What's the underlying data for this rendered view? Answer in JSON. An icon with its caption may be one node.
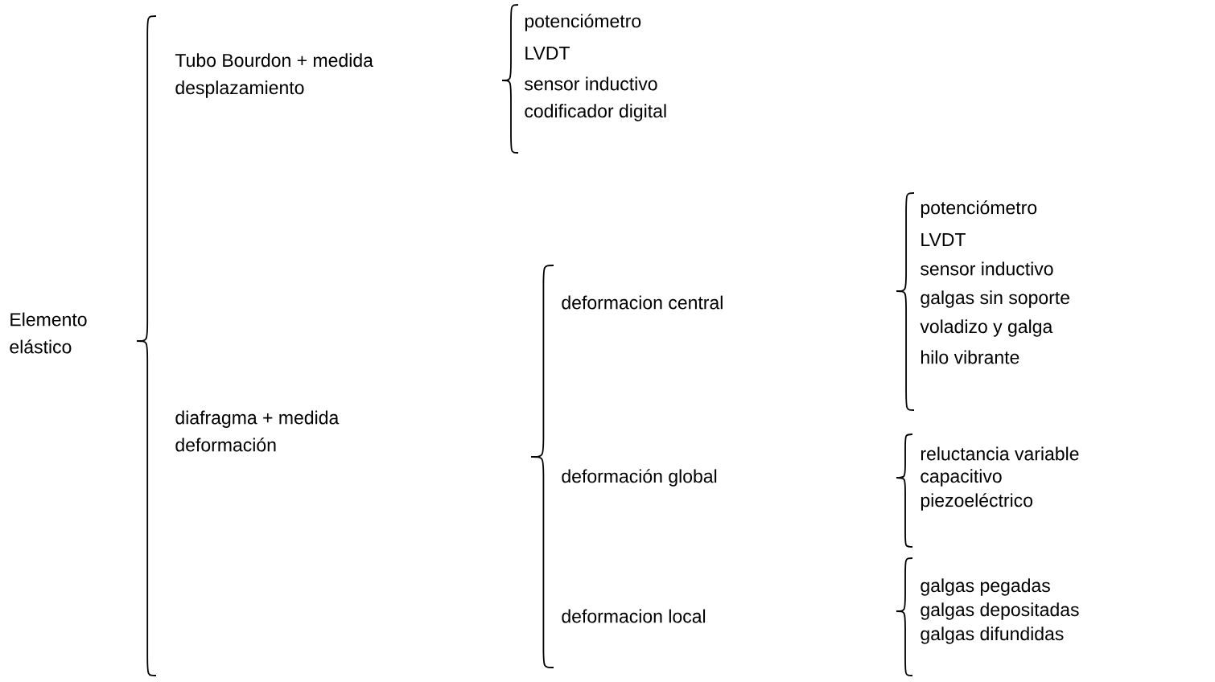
{
  "diagram": {
    "labels": [
      "Elemento elástico",
      "Tubo Bourdon + medida desplazamiento",
      "potenciómetro",
      "LVDT",
      "sensor inductivo",
      "codificador digital",
      "diafragma + medida deformación",
      "deformacion central",
      "potenciómetro",
      "LVDT",
      "sensor inductivo",
      "galgas sin soporte",
      "voladizo y galga",
      "hilo vibrante",
      "deformación global",
      "reluctancia variable",
      "capacitivo",
      "piezoeléctrico",
      "deformacion local",
      "galgas pegadas",
      "galgas depositadas",
      "galgas difundidas"
    ]
  }
}
